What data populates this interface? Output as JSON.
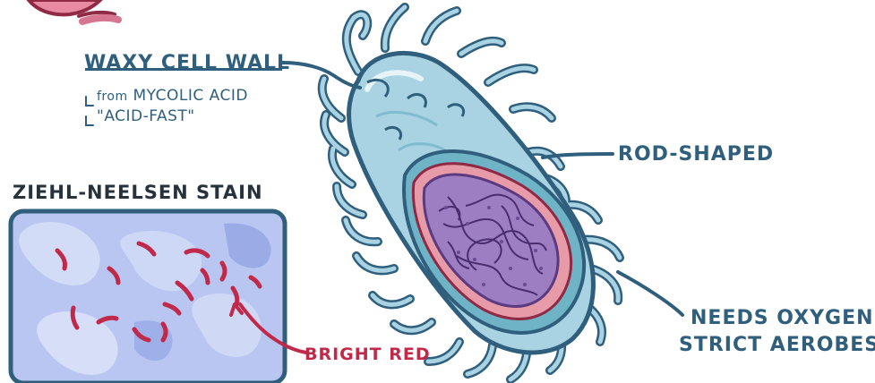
{
  "labels": {
    "waxy_cell_wall": "WAXY CELL WALL",
    "mycolic_prefix": "from",
    "mycolic": "MYCOLIC ACID",
    "acid_fast": "\"ACID-FAST\"",
    "ziehl_neelsen": "ZIEHL-NEELSEN STAIN",
    "rod_shaped": "ROD-SHAPED",
    "needs": "NEEDS",
    "oxygen": "OXYGEN",
    "strict_aerobes": "STRICT AEROBES",
    "bright_red": "BRIGHT RED"
  },
  "colors": {
    "outline_blue": "#2f5f7c",
    "cell_fill": "#a9d3e2",
    "cell_inner": "#6fb3c7",
    "pink_layer": "#e79aa8",
    "cytoplasm": "#9d7ec3",
    "stain_red": "#c0294a",
    "slide_bg": "#aab8ec"
  }
}
